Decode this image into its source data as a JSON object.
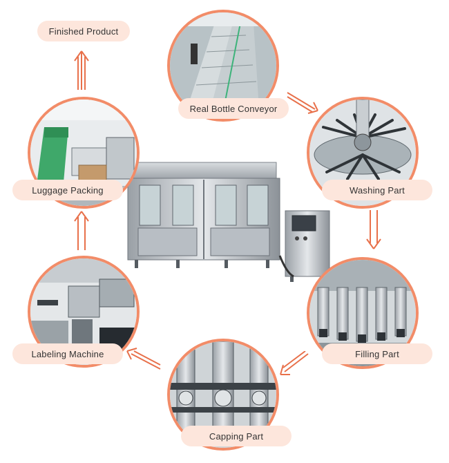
{
  "accent_color": "#f28c68",
  "pill_color": "#fde6dc",
  "steps": {
    "conveyor": {
      "label": "Real Bottle Conveyor",
      "icon": "conveyor-photo"
    },
    "washing": {
      "label": "Washing Part",
      "icon": "washing-photo"
    },
    "filling": {
      "label": "Filling Part",
      "icon": "filling-photo"
    },
    "capping": {
      "label": "Capping Part",
      "icon": "capping-photo"
    },
    "labeling": {
      "label": "Labeling Machine",
      "icon": "labeling-photo"
    },
    "packing": {
      "label": "Luggage Packing",
      "icon": "packing-photo"
    },
    "finished": {
      "label": "Finished Product"
    }
  }
}
